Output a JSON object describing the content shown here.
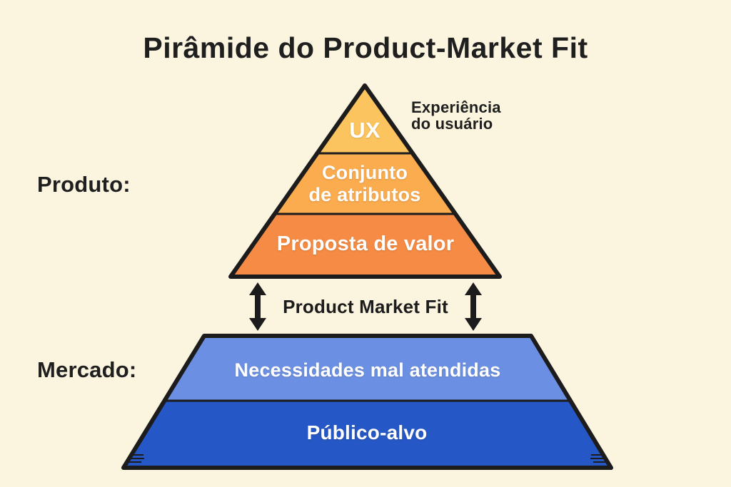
{
  "title": "Pirâmide do Product-Market Fit",
  "left_labels": {
    "product": "Produto:",
    "market": "Mercado:"
  },
  "pyramid": {
    "annotation": {
      "line1": "Experiência",
      "line2": "do usuário"
    },
    "layers": [
      {
        "id": "ux",
        "label": "UX",
        "color": "#FCC45F"
      },
      {
        "id": "attribute-set",
        "label_line1": "Conjunto",
        "label_line2": "de atributos",
        "color": "#FBAC4F"
      },
      {
        "id": "value-proposition",
        "label": "Proposta de valor",
        "color": "#F58B44"
      }
    ]
  },
  "connector": {
    "label": "Product Market Fit"
  },
  "market": {
    "layers": [
      {
        "id": "underserved-needs",
        "label": "Necessidades mal atendidas",
        "color": "#6B90E3"
      },
      {
        "id": "target-audience",
        "label": "Público-alvo",
        "color": "#2558C6"
      }
    ]
  },
  "colors": {
    "background": "#FBF4DF",
    "outline": "#1C1C1C",
    "text_dark": "#1F1F1F",
    "text_light": "#FFFFFF"
  }
}
